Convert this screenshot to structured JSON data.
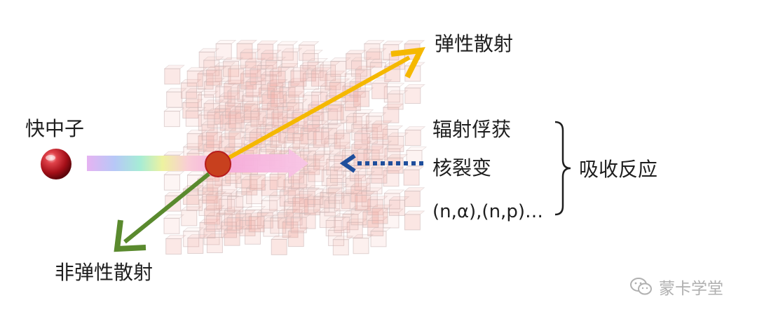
{
  "labels": {
    "fast_neutron": "快中子",
    "elastic_scattering": "弹性散射",
    "inelastic_scattering": "非弹性散射",
    "radiative_capture": "辐射俘获",
    "fission": "核裂变",
    "other_reactions": "(n,α),(n,p)…",
    "absorption_reactions": "吸收反应"
  },
  "watermark": {
    "text": "蒙卡学堂",
    "icon": "wechat-icon"
  },
  "colors": {
    "neutron_ball": "#b5121b",
    "nucleus": "#c8401e",
    "elastic_arrow": "#f5b800",
    "inelastic_arrow": "#5a8a2e",
    "absorption_arrow": "#1f4e9c",
    "cube_cell": "#f0a49a",
    "watermark": "#b0b0b0"
  }
}
